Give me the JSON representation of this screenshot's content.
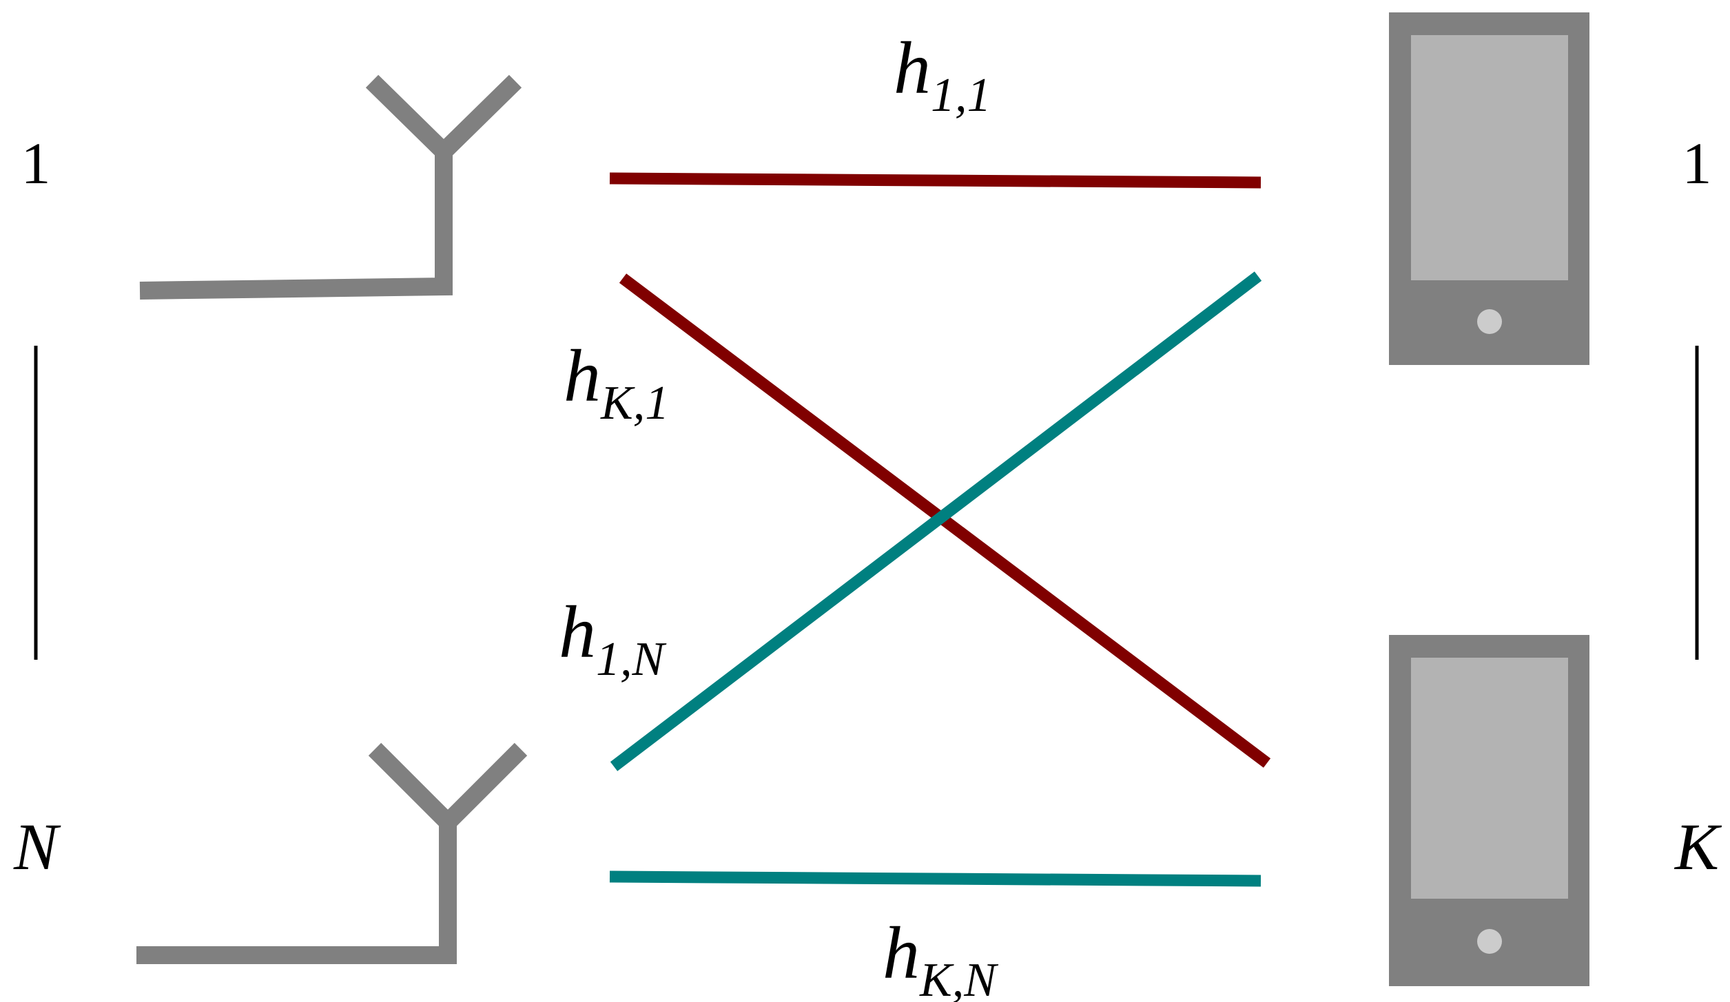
{
  "colors": {
    "antenna": "#808080",
    "phone_body": "#808080",
    "phone_screen": "#b3b3b3",
    "phone_button": "#cccccc",
    "link_red": "#800000",
    "link_teal": "#008080",
    "separator": "#000000",
    "text": "#000000"
  },
  "left": {
    "top_index": "1",
    "bottom_index": "N"
  },
  "right": {
    "top_index": "1",
    "bottom_index": "K"
  },
  "links": {
    "h11": {
      "base": "h",
      "sub": "1,1"
    },
    "hK1": {
      "base": "h",
      "sub": "K,1"
    },
    "h1N": {
      "base": "h",
      "sub": "1,N"
    },
    "hKN": {
      "base": "h",
      "sub": "K,N"
    }
  },
  "icons": {
    "antenna": "antenna-icon",
    "phone": "smartphone-icon"
  }
}
